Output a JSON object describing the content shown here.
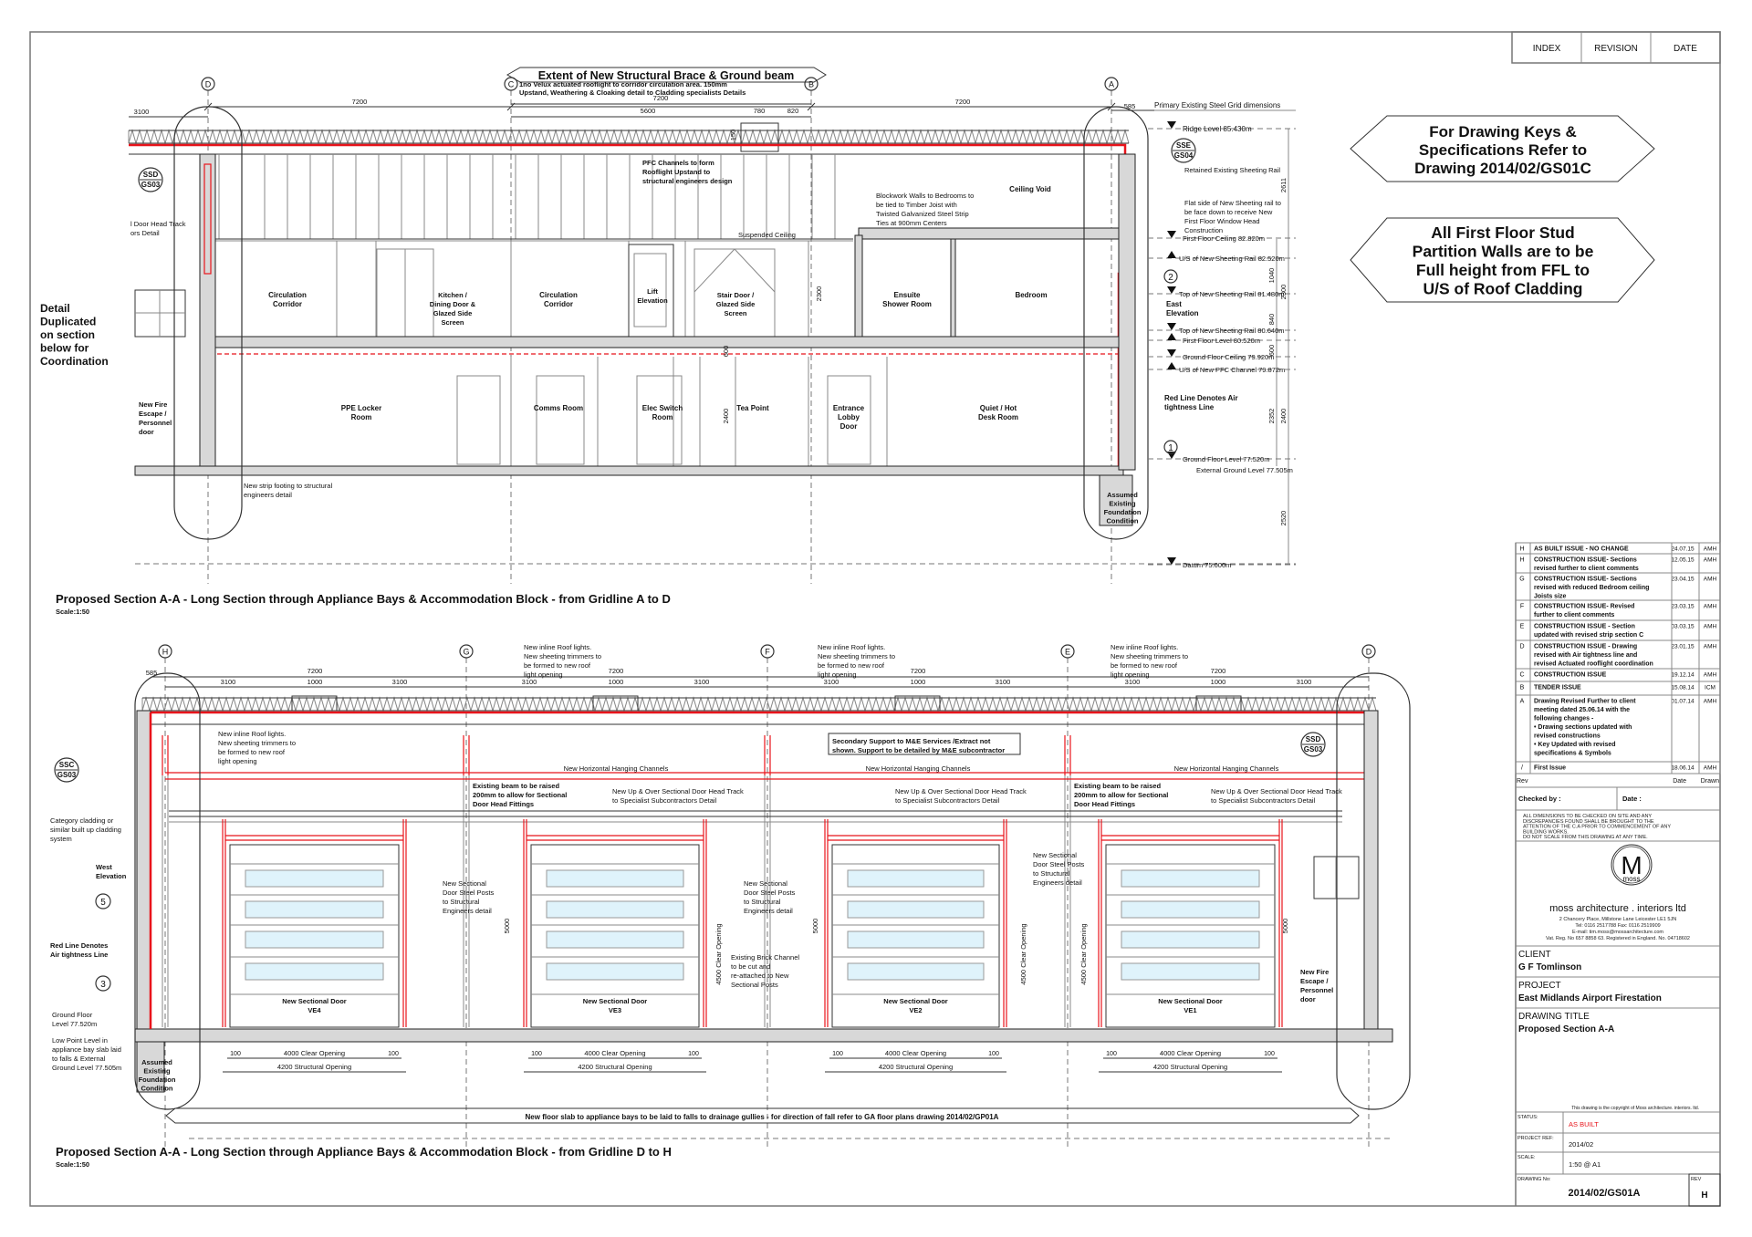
{
  "colors": {
    "air_tightness_line": "#e8141b",
    "glazing": "#dff3fb",
    "status_as_built": "#e8141b",
    "frame": "#777777"
  },
  "header": {
    "index": "INDEX",
    "revision": "REVISION",
    "date": "DATE"
  },
  "notes": {
    "drawing_keys": [
      "For Drawing Keys &",
      "Specifications Refer to",
      "Drawing 2014/02/GS01C"
    ],
    "partition_walls": [
      "All First Floor Stud",
      "Partition Walls are to be",
      "Full height from FFL to",
      "U/S of Roof Cladding"
    ],
    "detail_duplicated": [
      "Detail",
      "Duplicated",
      "on section",
      "below for",
      "Coordination"
    ]
  },
  "section_top": {
    "title": "Proposed Section A-A - Long Section through Appliance Bays & Accommodation Block - from Gridline A to D",
    "scale": "Scale:1:50",
    "banner": "Extent of New Structural Brace & Ground beam",
    "gridlines": [
      "D",
      "C",
      "B",
      "A"
    ],
    "dimensions": [
      "7200",
      "3100",
      "7200",
      "5600",
      "780",
      "820",
      "7200",
      "585",
      "2611",
      "1040",
      "2300",
      "840",
      "600",
      "2352",
      "2400",
      "2520",
      "2300",
      "600",
      "2400",
      "150"
    ],
    "labels": {
      "velux": [
        "1no Velux actuated rooflight to corridor circulation area. 150mm",
        "Upstand, Weathering & Cloaking detail to Cladding specialists Details"
      ],
      "primary_grid": "Primary Existing Steel Grid dimensions",
      "pfc_channels": [
        "PFC Channels to form",
        "Rooflight Upstand to",
        "structural engineers design"
      ],
      "blockwork": [
        "Blockwork Walls to Bedrooms to",
        "be tied to Timber Joist with",
        "Twisted Galvanized Steel Strip",
        "Ties at 900mm Centers"
      ],
      "ceiling_void": "Ceiling Void",
      "suspended_ceiling": "Suspended Ceiling",
      "door_head_track": [
        "l Door Head Track",
        "ors Detail"
      ],
      "ssd_ref": [
        "SSD",
        "GS03"
      ],
      "sse_ref": [
        "SSE",
        "GS04"
      ],
      "circulation_corridor_1": [
        "Circulation",
        "Corridor"
      ],
      "kitchen": [
        "Kitchen /",
        "Dining Door &",
        "Glazed Side",
        "Screen"
      ],
      "circulation_corridor_2": [
        "Circulation",
        "Corridor"
      ],
      "lift": [
        "Lift",
        "Elevation"
      ],
      "stair_door": [
        "Stair Door /",
        "Glazed Side",
        "Screen"
      ],
      "ensuite": [
        "Ensuite",
        "Shower Room"
      ],
      "bedroom": "Bedroom",
      "fire_escape": [
        "New Fire",
        "Escape /",
        "Personnel",
        "door"
      ],
      "ppe_locker": [
        "PPE Locker",
        "Room"
      ],
      "comms_room": "Comms Room",
      "elec_switch": [
        "Elec Switch",
        "Room"
      ],
      "tea_point": "Tea Point",
      "entrance_lobby": [
        "Entrance",
        "Lobby",
        "Door"
      ],
      "quiet_desk": [
        "Quiet / Hot",
        "Desk Room"
      ],
      "strip_footing": [
        "New strip footing to structural",
        "engineers detail"
      ],
      "ridge_level": "Ridge Level 85.430m",
      "retained_rail": "Retained Existing Sheeting Rail",
      "flat_side": [
        "Flat side of New Sheeting rail to",
        "be face down to receive New",
        "First Floor Window Head",
        "Construction"
      ],
      "first_floor_ceiling": "First Floor Ceiling 82.820m",
      "us_sheeting_rail": "U/S of New Sheeting Rail 82.520m",
      "marker_2": "2",
      "top_rail_1": "Top of New Sheeting Rail 81.480m",
      "east_elevation": [
        "East",
        "Elevation"
      ],
      "top_rail_2": "Top of New Sheeting Rail 80.640m",
      "first_floor_level": "First Floor Level 80.520m",
      "ground_floor_ceiling": "Ground Floor Ceiling 79.920m",
      "us_pfc": "U/S of New PFC Channel 79.872m",
      "red_line": [
        "Red Line Denotes Air",
        "tightness Line"
      ],
      "marker_1": "1",
      "ground_floor_level": "Ground Floor Level 77.520m",
      "external_ground": "External Ground Level 77.505m",
      "foundation": [
        "Assumed",
        "Existing",
        "Foundation",
        "Condition"
      ],
      "datum": "Datum 75.000m"
    }
  },
  "section_bottom": {
    "title": "Proposed Section A-A - Long Section through Appliance Bays & Accommodation Block - from Gridline D to H",
    "scale": "Scale:1:50",
    "banner": "New floor slab to appliance bays to be laid to falls to drainage gullies - for direction of fall refer to GA floor plans drawing 2014/02/GP01A",
    "gridlines": [
      "H",
      "G",
      "F",
      "E",
      "D"
    ],
    "dimensions": [
      "585",
      "7200",
      "7200",
      "7200",
      "7200",
      "1000",
      "1000",
      "1000",
      "1000",
      "3100",
      "3100",
      "3100",
      "3100",
      "3100",
      "3100",
      "3100",
      "3100",
      "5000",
      "5000",
      "5000",
      "4500 Clear Opening",
      "4500 Clear Opening",
      "4500 Clear Opening"
    ],
    "doors": [
      {
        "name": "New Sectional Door",
        "id": "VE4",
        "edge_left": "100",
        "edge_right": "100",
        "clear": "4000 Clear Opening",
        "structural": "4200 Structural Opening"
      },
      {
        "name": "New Sectional Door",
        "id": "VE3",
        "edge_left": "100",
        "edge_right": "100",
        "clear": "4000 Clear Opening",
        "structural": "4200 Structural Opening"
      },
      {
        "name": "New Sectional Door",
        "id": "VE2",
        "edge_left": "100",
        "edge_right": "100",
        "clear": "4000 Clear Opening",
        "structural": "4200 Structural Opening"
      },
      {
        "name": "New Sectional Door",
        "id": "VE1",
        "edge_left": "100",
        "edge_right": "100",
        "clear": "4000 Clear Opening",
        "structural": "4200 Structural Opening"
      }
    ],
    "labels": {
      "roof_lights_1": [
        "New inline Roof lights.",
        "New sheeting trimmers to",
        "be formed to new roof",
        "light opening"
      ],
      "roof_lights_2": [
        "New inline Roof lights.",
        "New sheeting trimmers to",
        "be formed to new roof",
        "light opening"
      ],
      "roof_lights_3": [
        "New inline Roof lights.",
        "New sheeting trimmers to",
        "be formed to new roof",
        "light opening"
      ],
      "roof_lights_4": [
        "New inline Roof lights.",
        "New sheeting trimmers to",
        "be formed to new roof",
        "light opening"
      ],
      "secondary_support": [
        "Secondary Support to M&E Services /Extract not",
        "shown. Support to be detailed by M&E subcontractor"
      ],
      "hanging_channels_1": "New Horizontal Hanging Channels",
      "hanging_channels_2": "New Horizontal Hanging Channels",
      "hanging_channels_3": "New Horizontal Hanging Channels",
      "ssc_ref": [
        "SSC",
        "GS03"
      ],
      "ssd_ref": [
        "SSD",
        "GS03"
      ],
      "beam_raised_1": [
        "Existing beam to be raised",
        "200mm to allow for Sectional",
        "Door Head Fittings"
      ],
      "beam_raised_2": [
        "Existing beam to be raised",
        "200mm to allow for Sectional",
        "Door Head Fittings"
      ],
      "head_track_1": [
        "New Up & Over Sectional Door Head Track",
        "to Specialist Subcontractors Detail"
      ],
      "head_track_2": [
        "New Up & Over Sectional Door Head Track",
        "to Specialist Subcontractors Detail"
      ],
      "head_track_3": [
        "New Up & Over Sectional Door Head Track",
        "to Specialist Subcontractors Detail"
      ],
      "cladding": [
        "Category cladding or",
        "similar built up cladding",
        "system"
      ],
      "west_elevation": [
        "West",
        "Elevation"
      ],
      "marker_5": "5",
      "red_line": [
        "Red Line Denotes",
        "Air tightness Line"
      ],
      "marker_3": "3",
      "ground_floor_level": [
        "Ground Floor",
        "Level 77.520m"
      ],
      "low_point": [
        "Low Point Level in",
        "appliance bay slab laid",
        "to falls & External",
        "Ground Level 77.505m"
      ],
      "foundation": [
        "Assumed",
        "Existing",
        "Foundation",
        "Condition"
      ],
      "steel_posts_1": [
        "New Sectional",
        "Door Steel Posts",
        "to Structural",
        "Engineers detail"
      ],
      "steel_posts_2": [
        "New Sectional",
        "Door Steel Posts",
        "to Structural",
        "Engineers detail"
      ],
      "steel_posts_3": [
        "New Sectional",
        "Door Steel Posts",
        "to Structural",
        "Engineers detail"
      ],
      "brick_channel": [
        "Existing Brick Channel",
        "to be cut and",
        "re-attached to New",
        "Sectional Posts"
      ],
      "fire_escape": [
        "New Fire",
        "Escape /",
        "Personnel",
        "door"
      ]
    }
  },
  "title_block": {
    "revisions": [
      {
        "rev": "H",
        "description": [
          "AS BUILT ISSUE - NO CHANGE"
        ],
        "date": "24.07.15",
        "drawn": "AMH"
      },
      {
        "rev": "H",
        "description": [
          "CONSTRUCTION ISSUE- Sections",
          "revised further to client comments"
        ],
        "date": "12.05.15",
        "drawn": "AMH"
      },
      {
        "rev": "G",
        "description": [
          "CONSTRUCTION ISSUE- Sections",
          "revised with reduced Bedroom ceiling",
          "Joists size"
        ],
        "date": "23.04.15",
        "drawn": "AMH"
      },
      {
        "rev": "F",
        "description": [
          "CONSTRUCTION ISSUE- Revised",
          "further to client comments"
        ],
        "date": "23.03.15",
        "drawn": "AMH"
      },
      {
        "rev": "E",
        "description": [
          "CONSTRUCTION ISSUE - Section",
          "updated with revised strip section C"
        ],
        "date": "03.03.15",
        "drawn": "AMH"
      },
      {
        "rev": "D",
        "description": [
          "CONSTRUCTION ISSUE - Drawing",
          "revised with Air tightness line and",
          "revised Actuated rooflight coordination"
        ],
        "date": "23.01.15",
        "drawn": "AMH"
      },
      {
        "rev": "C",
        "description": [
          "CONSTRUCTION ISSUE"
        ],
        "date": "19.12.14",
        "drawn": "AMH"
      },
      {
        "rev": "B",
        "description": [
          "TENDER ISSUE"
        ],
        "date": "15.08.14",
        "drawn": "ICM"
      },
      {
        "rev": "A",
        "description": [
          "Drawing Revised Further to client",
          "meeting dated 25.06.14 with the",
          "following changes -",
          "•    Drawing sections updated with",
          "      revised constructions",
          "•    Key Updated with revised",
          "      specifications & Symbols"
        ],
        "date": "01.07.14",
        "drawn": "AMH"
      },
      {
        "rev": "/",
        "description": [
          "First Issue"
        ],
        "date": "18.06.14",
        "drawn": "AMH"
      }
    ],
    "col_rev": "Rev",
    "col_date": "Date",
    "col_drawn": "Drawn",
    "checked_by": "Checked by :",
    "date_label": "Date :",
    "disclaimer": [
      "ALL DIMENSIONS TO BE CHECKED ON SITE AND ANY",
      "DISCREPANCIES FOUND SHALL BE BROUGHT TO THE",
      "ATTENTION OF THE C.A PRIOR TO COMMENCEMENT OF ANY",
      "BUILDING WORKS.",
      "DO NOT SCALE FROM THIS DRAWING AT ANY TIME."
    ],
    "logo_letter": "M",
    "logo_word": "moss",
    "company": "moss architecture . interiors ltd",
    "address": [
      "2 Chancery Place, Millstone Lane Leicester LE1 5JN",
      "Tel: 0116 2517788  Fax: 0116 2519909",
      "E-mail: tim.moss@mossarchitecture.com",
      "Vat. Reg. No 657 8858 63. Registered in England. No. 04718602"
    ],
    "client_label": "CLIENT",
    "client": "G F Tomlinson",
    "project_label": "PROJECT",
    "project": "East Midlands Airport Firestation",
    "drawing_title_label": "DRAWING TITLE",
    "drawing_title": "Proposed Section A-A",
    "copyright": "This drawing is the copyright of Moss architecture. interiors. ltd.",
    "status_label": "STATUS:",
    "status": "AS BUILT",
    "project_ref_label": "PROJECT REF:",
    "project_ref": "2014/02",
    "scale_label": "SCALE:",
    "scale": "1:50 @ A1",
    "drawing_no_label": "DRAWING No:",
    "drawing_no": "2014/02/GS01A",
    "rev_label": "REV",
    "rev": "H"
  }
}
